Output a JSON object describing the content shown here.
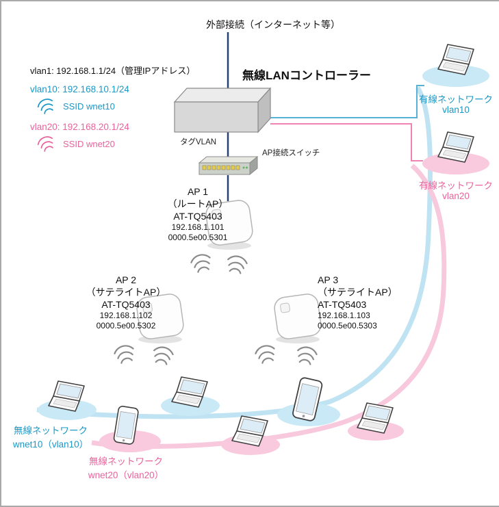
{
  "header": {
    "external_connection": "外部接続（インターネット等）",
    "controller_title": "無線LANコントローラー"
  },
  "legend": {
    "vlan1": "vlan1: 192.168.1.1/24（管理IPアドレス）",
    "vlan10": "vlan10: 192.168.10.1/24",
    "ssid10": "SSID wnet10",
    "vlan20": "vlan20: 192.168.20.1/24",
    "ssid20": "SSID wnet20"
  },
  "infra": {
    "tag_vlan": "タグVLAN",
    "ap_switch": "AP接続スイッチ"
  },
  "ap1": {
    "name": "AP 1",
    "role": "（ルートAP）",
    "model": "AT-TQ5403",
    "ip": "192.168.1.101",
    "mac": "0000.5e00.5301"
  },
  "ap2": {
    "name": "AP 2",
    "role": "（サテライトAP）",
    "model": "AT-TQ5403",
    "ip": "192.168.1.102",
    "mac": "0000.5e00.5302"
  },
  "ap3": {
    "name": "AP 3",
    "role": "（サテライトAP）",
    "model": "AT-TQ5403",
    "ip": "192.168.1.103",
    "mac": "0000.5e00.5303"
  },
  "wired_vlan10": {
    "title": "有線ネットワーク",
    "subtitle": "vlan10"
  },
  "wired_vlan20": {
    "title": "有線ネットワーク",
    "subtitle": "vlan20"
  },
  "wireless_wnet10": {
    "title": "無線ネットワーク",
    "subtitle": "wnet10（vlan10）"
  },
  "wireless_wnet20": {
    "title": "無線ネットワーク",
    "subtitle": "wnet20（vlan20）"
  },
  "colors": {
    "blue_text": "#1b97c6",
    "pink_text": "#e8639c",
    "light_blue_fill": "#c8e9f5",
    "light_pink_fill": "#f9c9dd",
    "navy_line": "#27426e"
  }
}
